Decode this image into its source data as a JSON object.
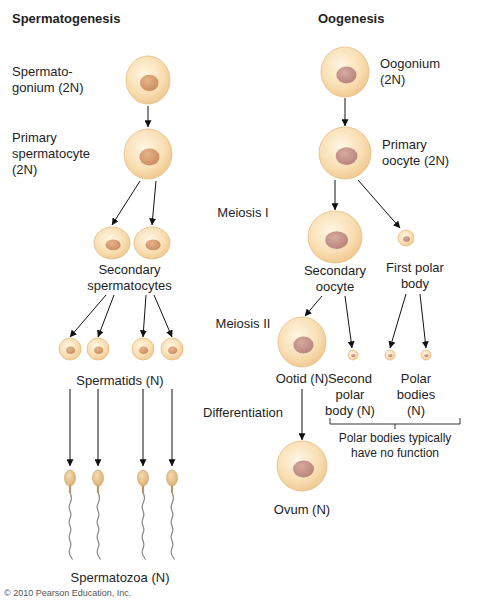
{
  "diagram": {
    "nodes": [
      {
        "text": [
          "Spermato- gonium (2N)"
        ]
      },
      {
        "text": [
          "Primary spermatocyte (2N)"
        ]
      },
      {
        "text": [
          "Secondary spermatocytes"
        ]
      },
      {
        "text": [
          "Spermatids (N)"
        ]
      },
      {
        "text": [
          "Spermatozoa (N)"
        ]
      },
      {
        "text": [
          "Oogonium (2N)"
        ]
      },
      {
        "text": [
          "Primary oocyte (2N)"
        ]
      },
      {
        "text": [
          "Secondary oocyte"
        ]
      },
      {
        "text": [
          "First polar body"
        ]
      },
      {
        "text": [
          "Ootid (N)"
        ]
      },
      {
        "text": [
          "Second polar body (N)"
        ]
      },
      {
        "text": [
          "Polar bodies (N)"
        ]
      },
      {
        "text": [
          "Ovum (N)"
        ]
      }
    ],
    "edges": [
      {
        "from": 0,
        "to": 1,
        "arrow": "to"
      },
      {
        "from": 1,
        "to": 2,
        "arrow": "to"
      },
      {
        "from": 2,
        "to": 3,
        "arrow": "to"
      },
      {
        "from": 3,
        "to": 4,
        "arrow": "to"
      },
      {
        "from": 5,
        "to": 6,
        "arrow": "to"
      },
      {
        "from": 6,
        "to": 7,
        "arrow": "to"
      },
      {
        "from": 6,
        "to": 8,
        "arrow": "to"
      },
      {
        "from": 7,
        "to": 9,
        "arrow": "to"
      },
      {
        "from": 7,
        "to": 10,
        "arrow": "to"
      },
      {
        "from": 8,
        "to": 11,
        "arrow": "to"
      },
      {
        "from": 9,
        "to": 12,
        "arrow": "to"
      }
    ],
    "labels": [
      "Spermatogenesis",
      "Oogenesis",
      "Meiosis I",
      "Meiosis II",
      "Differentiation",
      "Polar bodies typically have no function",
      "© 2010 Pearson Education, Inc."
    ]
  }
}
